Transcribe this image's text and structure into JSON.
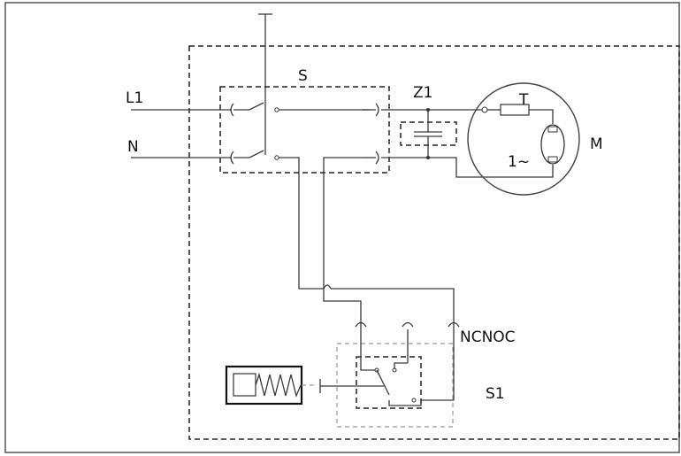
{
  "diagram": {
    "labels": {
      "l1": "L1",
      "n": "N",
      "s": "S",
      "z1": "Z1",
      "t": "T",
      "m": "M",
      "phase": "1~",
      "contacts": "NCNOC",
      "s1": "S1"
    }
  }
}
